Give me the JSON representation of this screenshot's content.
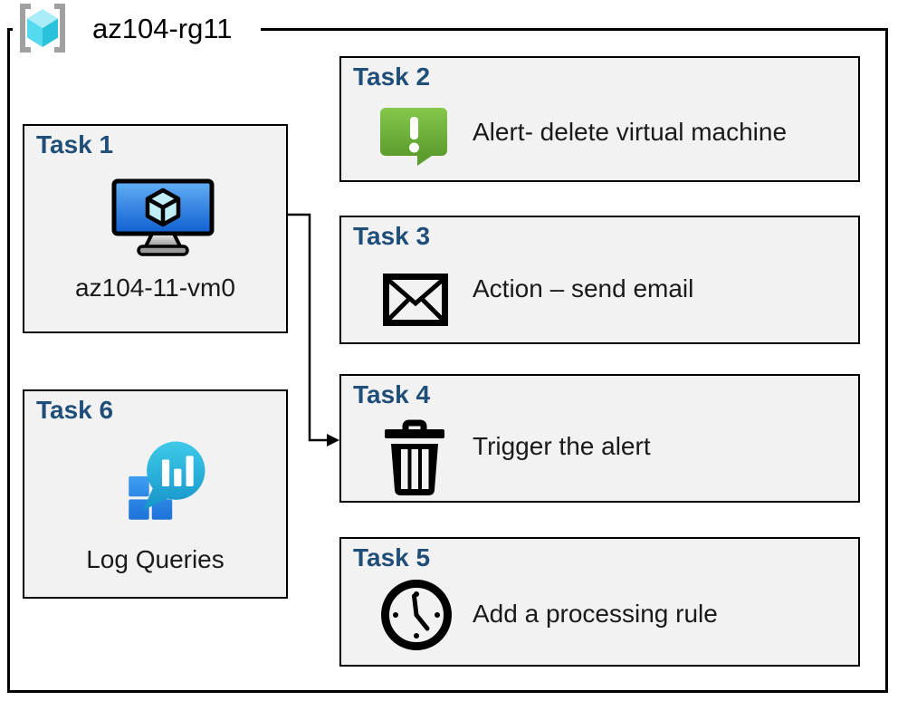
{
  "diagram": {
    "resource_group": {
      "name": "az104-rg11",
      "icon": "resource-group-icon"
    },
    "tasks": [
      {
        "title": "Task 1",
        "label": "az104-11-vm0",
        "icon": "virtual-machine-icon"
      },
      {
        "title": "Task 2",
        "label": "Alert- delete virtual machine",
        "icon": "alert-message-icon"
      },
      {
        "title": "Task 3",
        "label": "Action – send email",
        "icon": "email-envelope-icon"
      },
      {
        "title": "Task 4",
        "label": "Trigger the alert",
        "icon": "trash-delete-icon"
      },
      {
        "title": "Task 5",
        "label": "Add a processing rule",
        "icon": "clock-icon"
      },
      {
        "title": "Task 6",
        "label": "Log Queries",
        "icon": "log-queries-icon"
      }
    ],
    "connector": {
      "from": "Task 1 virtual machine",
      "to": "Task 4",
      "style": "elbow-arrow"
    },
    "colors": {
      "heading": "#1f4e79",
      "box_background": "#f2f2f2",
      "border": "#000000",
      "alert_green_top": "#83c74b",
      "alert_green_bottom": "#5d9e2e",
      "vm_screen_top": "#5aa9f2",
      "vm_screen_bottom": "#0f5fd0",
      "log_square_blue": "#2b8de8",
      "log_bubble_teal": "#2ab4dc",
      "rg_cube_cyan": "#4fd5ec",
      "rg_bracket_gray": "#a0a0a0"
    }
  }
}
